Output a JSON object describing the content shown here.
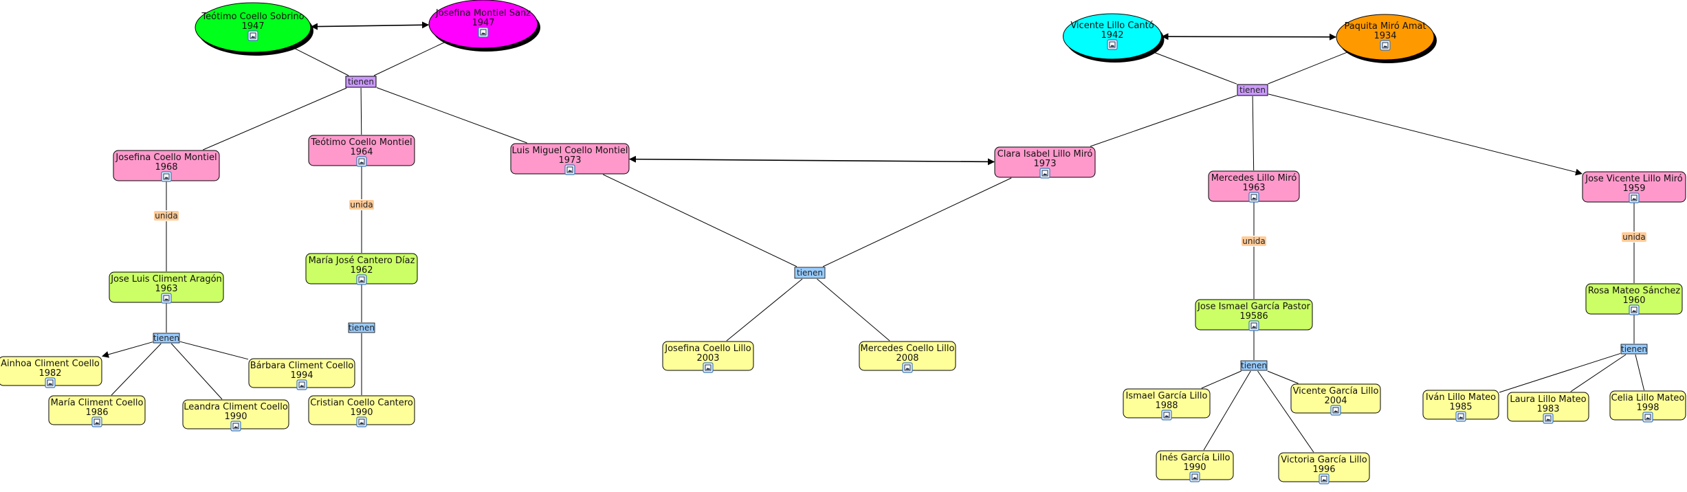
{
  "colors": {
    "green": "#00ff1a",
    "magenta": "#ff00ff",
    "cyan": "#00ffff",
    "orange": "#ff9900",
    "pink": "#ff99cc",
    "lime": "#ccff66",
    "yellow": "#ffff99",
    "purple": "#cc99ff",
    "blue": "#99ccff",
    "unida": "#ffcc99"
  },
  "nodes": [
    {
      "id": "teotimo_sr",
      "name": "Teótimo Coello Sobrino",
      "year": "1947",
      "shape": "ellipse",
      "color": "green"
    },
    {
      "id": "josefina_ms",
      "name": "Josefina Montiel Sanz",
      "year": "1947",
      "shape": "ellipse",
      "color": "magenta"
    },
    {
      "id": "vicente_lc",
      "name": "Vicente Lillo Cantó",
      "year": "1942",
      "shape": "ellipse",
      "color": "cyan"
    },
    {
      "id": "paquita",
      "name": "Paquita Miró Amat",
      "year": "1934",
      "shape": "ellipse",
      "color": "orange"
    },
    {
      "id": "josefina_cm",
      "name": "Josefina Coello Montiel",
      "year": "1968",
      "shape": "rect",
      "color": "pink"
    },
    {
      "id": "teotimo_cm",
      "name": "Teótimo Coello Montiel",
      "year": "1964",
      "shape": "rect",
      "color": "pink"
    },
    {
      "id": "luis",
      "name": "Luis Miguel Coello Montiel",
      "year": "1973",
      "shape": "rect",
      "color": "pink"
    },
    {
      "id": "clara",
      "name": "Clara Isabel Lillo Miró",
      "year": "1973",
      "shape": "rect",
      "color": "pink"
    },
    {
      "id": "mercedes_lm",
      "name": "Mercedes Lillo Miró",
      "year": "1963",
      "shape": "rect",
      "color": "pink"
    },
    {
      "id": "josevicente",
      "name": "Jose Vicente Lillo Miró",
      "year": "1959",
      "shape": "rect",
      "color": "pink"
    },
    {
      "id": "joseluis",
      "name": "Jose Luis Climent Aragón",
      "year": "1963",
      "shape": "rect",
      "color": "lime"
    },
    {
      "id": "mariajose",
      "name": "María José Cantero Díaz",
      "year": "1962",
      "shape": "rect",
      "color": "lime"
    },
    {
      "id": "joseismael",
      "name": "Jose Ismael García Pastor",
      "year": "19586",
      "shape": "rect",
      "color": "lime"
    },
    {
      "id": "rosa",
      "name": "Rosa Mateo Sánchez",
      "year": "1960",
      "shape": "rect",
      "color": "lime"
    },
    {
      "id": "ainhoa",
      "name": "Ainhoa Climent Coello",
      "year": "1982",
      "shape": "rect",
      "color": "yellow"
    },
    {
      "id": "maria_cc",
      "name": "María Climent Coello",
      "year": "1986",
      "shape": "rect",
      "color": "yellow"
    },
    {
      "id": "leandra",
      "name": "Leandra Climent Coello",
      "year": "1990",
      "shape": "rect",
      "color": "yellow"
    },
    {
      "id": "barbara",
      "name": "Bárbara Climent Coello",
      "year": "1994",
      "shape": "rect",
      "color": "yellow"
    },
    {
      "id": "cristian",
      "name": "Cristian Coello Cantero",
      "year": "1990",
      "shape": "rect",
      "color": "yellow"
    },
    {
      "id": "josefina_cl",
      "name": "Josefina Coello Lillo",
      "year": "2003",
      "shape": "rect",
      "color": "yellow"
    },
    {
      "id": "mercedes_cl",
      "name": "Mercedes Coello Lillo",
      "year": "2008",
      "shape": "rect",
      "color": "yellow"
    },
    {
      "id": "ismael",
      "name": "Ismael García Lillo",
      "year": "1988",
      "shape": "rect",
      "color": "yellow"
    },
    {
      "id": "ines",
      "name": "Inés García Lillo",
      "year": "1990",
      "shape": "rect",
      "color": "yellow"
    },
    {
      "id": "vicente_gl",
      "name": "Vicente García Lillo",
      "year": "2004",
      "shape": "rect",
      "color": "yellow"
    },
    {
      "id": "victoria",
      "name": "Victoria García Lillo",
      "year": "1996",
      "shape": "rect",
      "color": "yellow"
    },
    {
      "id": "ivan",
      "name": "Iván Lillo Mateo",
      "year": "1985",
      "shape": "rect",
      "color": "yellow"
    },
    {
      "id": "laura",
      "name": "Laura Lillo Mateo",
      "year": "1983",
      "shape": "rect",
      "color": "yellow"
    },
    {
      "id": "celia",
      "name": "Celia Lillo Mateo",
      "year": "1998",
      "shape": "rect",
      "color": "yellow"
    }
  ],
  "link_labels": [
    {
      "id": "tienen_coello",
      "text": "tienen",
      "style": "purple"
    },
    {
      "id": "tienen_lillo",
      "text": "tienen",
      "style": "purple"
    },
    {
      "id": "tienen_luisclara",
      "text": "tienen",
      "style": "blue"
    },
    {
      "id": "unida_josefina",
      "text": "unida",
      "style": "unida"
    },
    {
      "id": "tienen_climent",
      "text": "tienen",
      "style": "blue"
    },
    {
      "id": "unida_teotimo",
      "text": "unida",
      "style": "unida"
    },
    {
      "id": "tienen_cantero",
      "text": "tienen",
      "style": "blue"
    },
    {
      "id": "unida_mercedes",
      "text": "unida",
      "style": "unida"
    },
    {
      "id": "tienen_garcia",
      "text": "tienen",
      "style": "blue"
    },
    {
      "id": "unida_josevicente",
      "text": "unida",
      "style": "unida"
    },
    {
      "id": "tienen_mateo",
      "text": "tienen",
      "style": "blue"
    }
  ],
  "connections": [
    {
      "from": "teotimo_sr",
      "to": "josefina_ms",
      "kind": "double-arrow"
    },
    {
      "from": "vicente_lc",
      "to": "paquita",
      "kind": "double-arrow"
    },
    {
      "from": "luis",
      "to": "clara",
      "kind": "double-arrow"
    },
    {
      "from": "teotimo_sr",
      "to": "tienen_coello"
    },
    {
      "from": "josefina_ms",
      "to": "tienen_coello"
    },
    {
      "from": "tienen_coello",
      "to": "josefina_cm"
    },
    {
      "from": "tienen_coello",
      "to": "teotimo_cm"
    },
    {
      "from": "tienen_coello",
      "to": "luis"
    },
    {
      "from": "vicente_lc",
      "to": "tienen_lillo"
    },
    {
      "from": "paquita",
      "to": "tienen_lillo"
    },
    {
      "from": "tienen_lillo",
      "to": "clara"
    },
    {
      "from": "tienen_lillo",
      "to": "mercedes_lm"
    },
    {
      "from": "tienen_lillo",
      "to": "josevicente",
      "kind": "arrow"
    },
    {
      "from": "luis",
      "to": "tienen_luisclara"
    },
    {
      "from": "clara",
      "to": "tienen_luisclara"
    },
    {
      "from": "tienen_luisclara",
      "to": "josefina_cl"
    },
    {
      "from": "tienen_luisclara",
      "to": "mercedes_cl"
    },
    {
      "from": "josefina_cm",
      "to": "unida_josefina"
    },
    {
      "from": "unida_josefina",
      "to": "joseluis"
    },
    {
      "from": "joseluis",
      "to": "tienen_climent"
    },
    {
      "from": "tienen_climent",
      "to": "ainhoa",
      "kind": "arrow"
    },
    {
      "from": "tienen_climent",
      "to": "maria_cc"
    },
    {
      "from": "tienen_climent",
      "to": "leandra"
    },
    {
      "from": "tienen_climent",
      "to": "barbara"
    },
    {
      "from": "teotimo_cm",
      "to": "unida_teotimo"
    },
    {
      "from": "unida_teotimo",
      "to": "mariajose"
    },
    {
      "from": "mariajose",
      "to": "tienen_cantero"
    },
    {
      "from": "tienen_cantero",
      "to": "cristian"
    },
    {
      "from": "mercedes_lm",
      "to": "unida_mercedes"
    },
    {
      "from": "unida_mercedes",
      "to": "joseismael"
    },
    {
      "from": "joseismael",
      "to": "tienen_garcia"
    },
    {
      "from": "tienen_garcia",
      "to": "ismael"
    },
    {
      "from": "tienen_garcia",
      "to": "ines"
    },
    {
      "from": "tienen_garcia",
      "to": "vicente_gl"
    },
    {
      "from": "tienen_garcia",
      "to": "victoria"
    },
    {
      "from": "josevicente",
      "to": "unida_josevicente"
    },
    {
      "from": "unida_josevicente",
      "to": "rosa"
    },
    {
      "from": "rosa",
      "to": "tienen_mateo"
    },
    {
      "from": "tienen_mateo",
      "to": "ivan"
    },
    {
      "from": "tienen_mateo",
      "to": "laura"
    },
    {
      "from": "tienen_mateo",
      "to": "celia"
    }
  ]
}
